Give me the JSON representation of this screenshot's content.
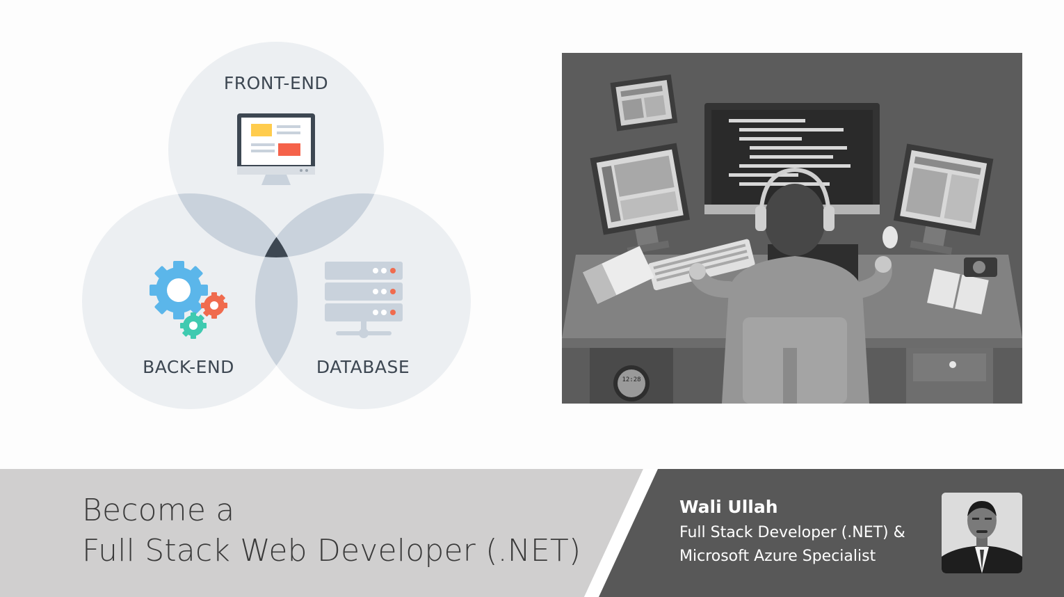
{
  "diagram": {
    "frontend_label": "FRONT-END",
    "backend_label": "BACK-END",
    "database_label": "DATABASE"
  },
  "illustration": {
    "clock_text": "12:28"
  },
  "course": {
    "title_line1": "Become a",
    "title_line2": "Full Stack Web Developer (.NET)"
  },
  "author": {
    "name": "Wali Ullah",
    "role_line1": "Full Stack Developer (.NET) &",
    "role_line2": "Microsoft Azure Specialist"
  },
  "colors": {
    "banner_left": "#d0cfcf",
    "banner_right": "#585858",
    "circle_fill": "#eceff2",
    "overlap_fill": "#c9d2dc",
    "center_fill": "#3d4752",
    "gear_blue": "#5bb6ea",
    "gear_red": "#f06b4e",
    "gear_teal": "#3fcab0",
    "yellow_block": "#ffcc4d",
    "red_block": "#f5624a"
  },
  "icons": [
    "monitor-icon",
    "gears-icon",
    "database-server-icon"
  ]
}
